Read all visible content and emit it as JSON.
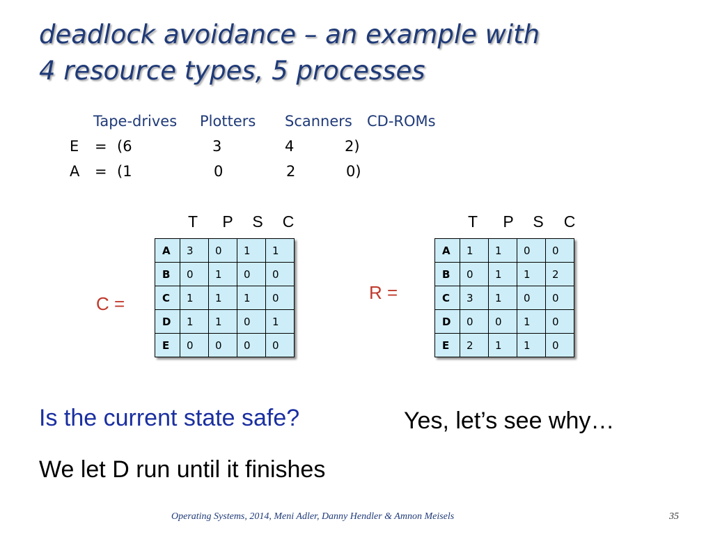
{
  "title": {
    "line1": "deadlock avoidance – an example with",
    "line2": "4 resource types, 5 processes"
  },
  "resource_header": [
    "Tape-drives",
    "Plotters",
    "Scanners",
    "CD-ROMs"
  ],
  "vectors": {
    "E": {
      "name": "E",
      "eq": "=",
      "values": [
        "(6",
        "3",
        "4",
        "2)"
      ]
    },
    "A": {
      "name": "A",
      "eq": "=",
      "values": [
        "(1",
        "0",
        "2",
        "0)"
      ]
    }
  },
  "matrix_columns": [
    "T",
    "P",
    "S",
    "C"
  ],
  "matrix_C": {
    "label": "C =",
    "rows": [
      {
        "p": "A",
        "v": [
          "3",
          "0",
          "1",
          "1"
        ]
      },
      {
        "p": "B",
        "v": [
          "0",
          "1",
          "0",
          "0"
        ]
      },
      {
        "p": "C",
        "v": [
          "1",
          "1",
          "1",
          "0"
        ]
      },
      {
        "p": "D",
        "v": [
          "1",
          "1",
          "0",
          "1"
        ]
      },
      {
        "p": "E",
        "v": [
          "0",
          "0",
          "0",
          "0"
        ]
      }
    ]
  },
  "matrix_R": {
    "label": "R =",
    "rows": [
      {
        "p": "A",
        "v": [
          "1",
          "1",
          "0",
          "0"
        ]
      },
      {
        "p": "B",
        "v": [
          "0",
          "1",
          "1",
          "2"
        ]
      },
      {
        "p": "C",
        "v": [
          "3",
          "1",
          "0",
          "0"
        ]
      },
      {
        "p": "D",
        "v": [
          "0",
          "0",
          "1",
          "0"
        ]
      },
      {
        "p": "E",
        "v": [
          "2",
          "1",
          "1",
          "0"
        ]
      }
    ]
  },
  "question": "Is the current state safe?",
  "answer": "Yes, let’s see why…",
  "step": "We let D run until it finishes",
  "footer": "Operating Systems, 2014, Meni Adler, Danny Hendler & Amnon Meisels",
  "page_number": "35",
  "colors": {
    "title": "#1f3a78",
    "matrix_label": "#c0392b",
    "cell_fill": "#cdeef9",
    "question": "#1a2fa0"
  }
}
